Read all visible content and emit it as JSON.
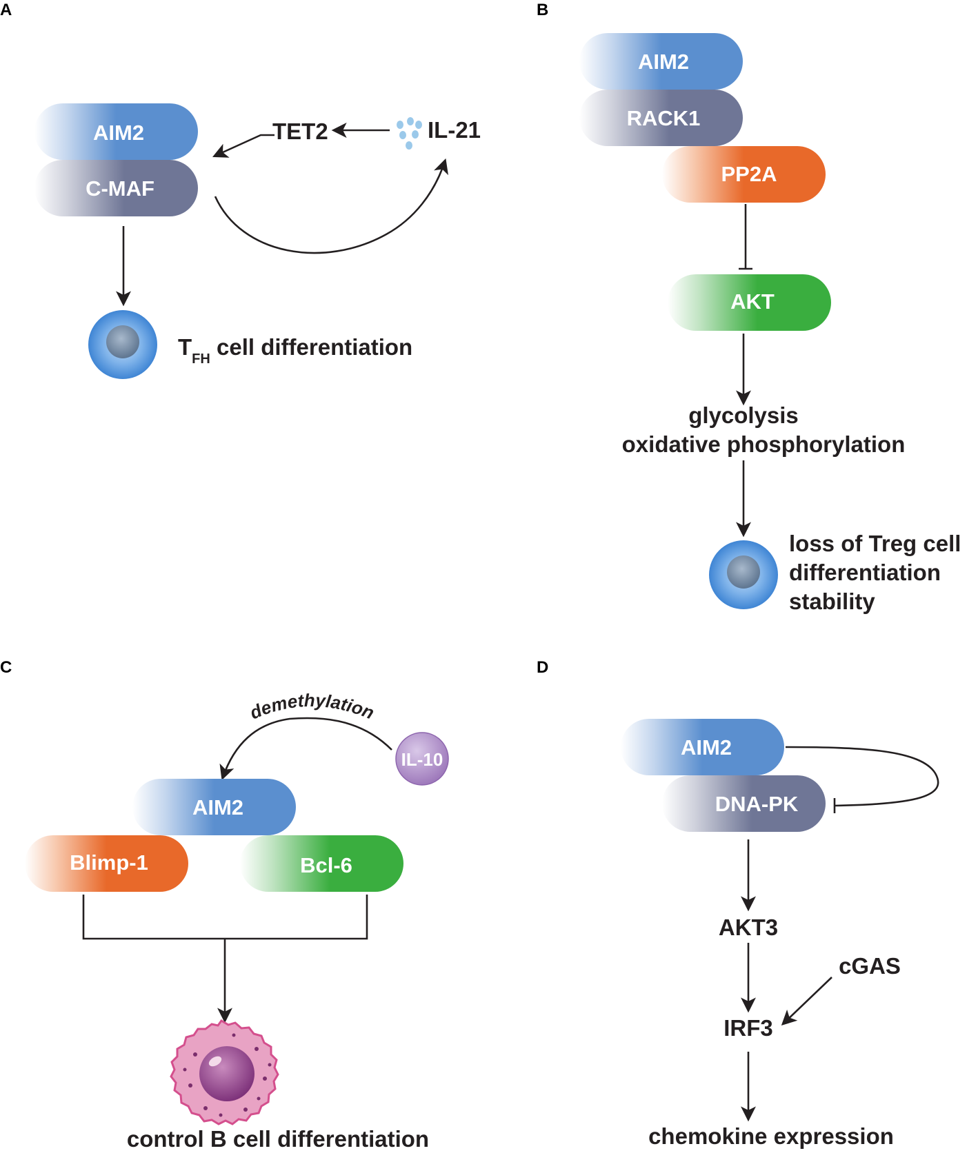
{
  "panels": {
    "a": {
      "letter": "A",
      "proteins": [
        "AIM2",
        "C-MAF"
      ],
      "tet2": "TET2",
      "il21": "IL-21",
      "outcome_main": "T",
      "outcome_sub": "FH",
      "outcome_rest": " cell differentiation"
    },
    "b": {
      "letter": "B",
      "proteins": [
        "AIM2",
        "RACK1",
        "PP2A",
        "AKT"
      ],
      "metabolism": [
        "glycolysis",
        "oxidative phosphorylation"
      ],
      "outcome": [
        "loss of Treg cell",
        "differentiation",
        "stability"
      ]
    },
    "c": {
      "letter": "C",
      "demethylation": "demethylation",
      "il10": "IL-10",
      "proteins": [
        "AIM2",
        "Blimp-1",
        "Bcl-6"
      ],
      "outcome": "control B cell differentiation"
    },
    "d": {
      "letter": "D",
      "proteins": [
        "AIM2",
        "DNA-PK"
      ],
      "akt3": "AKT3",
      "cgas": "cGAS",
      "irf3": "IRF3",
      "outcome": "chemokine expression"
    }
  },
  "colors": {
    "blue": "#5b8fcf",
    "slate": "#6f7696",
    "orange": "#e8692a",
    "green": "#3aae3f",
    "purple": "#9a74b8",
    "cell_blue": "#4a90d9",
    "b_cell_pink": "#e8a3c4",
    "b_cell_nucleus": "#8a3f86"
  }
}
